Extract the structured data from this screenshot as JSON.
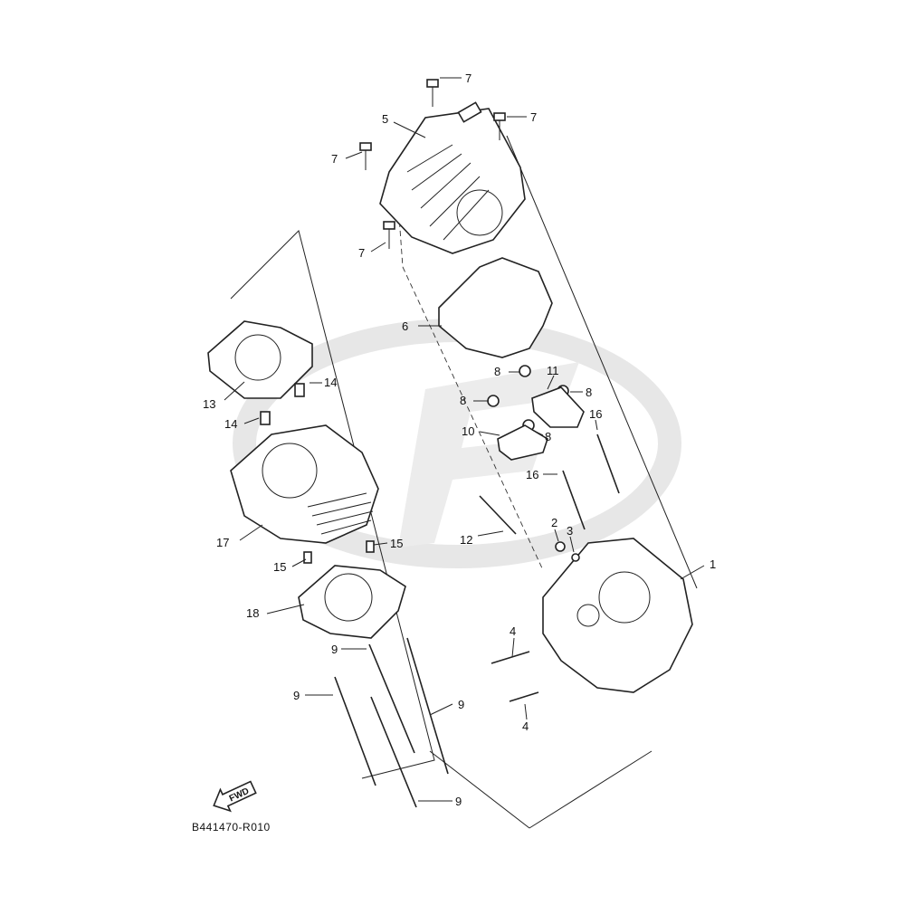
{
  "diagram": {
    "code": "B441470-R010",
    "fwd_label": "FWD",
    "watermark_color": "#e7e7e7",
    "line_color": "#222222",
    "callouts": [
      {
        "id": "c1",
        "text": "1"
      },
      {
        "id": "c2",
        "text": "2"
      },
      {
        "id": "c3",
        "text": "3"
      },
      {
        "id": "c4a",
        "text": "4"
      },
      {
        "id": "c4b",
        "text": "4"
      },
      {
        "id": "c5",
        "text": "5"
      },
      {
        "id": "c6",
        "text": "6"
      },
      {
        "id": "c7a",
        "text": "7"
      },
      {
        "id": "c7b",
        "text": "7"
      },
      {
        "id": "c7c",
        "text": "7"
      },
      {
        "id": "c7d",
        "text": "7"
      },
      {
        "id": "c8a",
        "text": "8"
      },
      {
        "id": "c8b",
        "text": "8"
      },
      {
        "id": "c8c",
        "text": "8"
      },
      {
        "id": "c8d",
        "text": "8"
      },
      {
        "id": "c9a",
        "text": "9"
      },
      {
        "id": "c9b",
        "text": "9"
      },
      {
        "id": "c9c",
        "text": "9"
      },
      {
        "id": "c9d",
        "text": "9"
      },
      {
        "id": "c10",
        "text": "10"
      },
      {
        "id": "c11",
        "text": "11"
      },
      {
        "id": "c12",
        "text": "12"
      },
      {
        "id": "c13",
        "text": "13"
      },
      {
        "id": "c14a",
        "text": "14"
      },
      {
        "id": "c14b",
        "text": "14"
      },
      {
        "id": "c15a",
        "text": "15"
      },
      {
        "id": "c15b",
        "text": "15"
      },
      {
        "id": "c16a",
        "text": "16"
      },
      {
        "id": "c16b",
        "text": "16"
      },
      {
        "id": "c17",
        "text": "17"
      },
      {
        "id": "c18",
        "text": "18"
      }
    ]
  }
}
